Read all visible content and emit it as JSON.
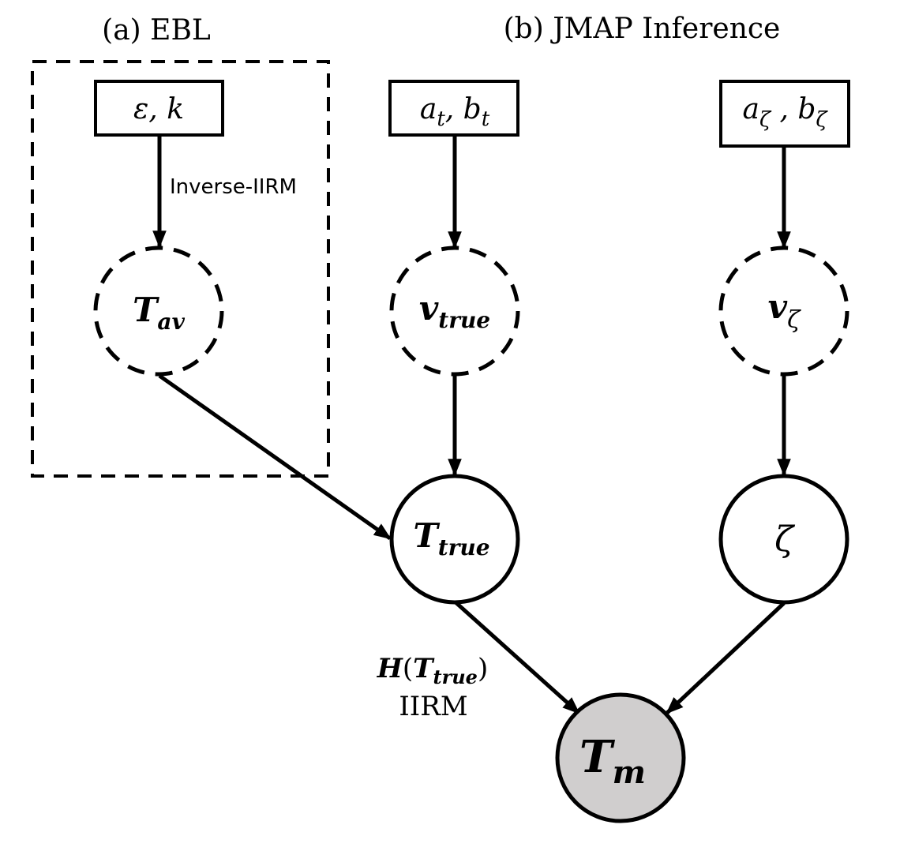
{
  "panels": {
    "a_title": "(a) EBL",
    "b_title": "(b) JMAP Inference"
  },
  "boxes": {
    "eps_k": {
      "main": "ε, k"
    },
    "at_bt": {
      "a": "a",
      "a_sub": "t",
      "sep": ", ",
      "b": "b",
      "b_sub": "t"
    },
    "az_bz": {
      "a": "a",
      "a_sub": "ζ",
      "sep": " , ",
      "b": "b",
      "b_sub": "ζ"
    }
  },
  "nodes": {
    "t_av": {
      "main": "T",
      "sub": "av",
      "style": "latent"
    },
    "v_true": {
      "main": "v",
      "sub": "true",
      "style": "latent"
    },
    "v_zeta": {
      "main": "v",
      "sub": "ζ",
      "style": "latent"
    },
    "t_true": {
      "main": "T",
      "sub": "true",
      "style": "hidden"
    },
    "zeta": {
      "main": "ζ",
      "style": "hidden"
    },
    "t_m": {
      "main": "T",
      "sub": "m",
      "style": "observed",
      "fill": "#d0cece"
    }
  },
  "edge_labels": {
    "inverse_iirm": "Inverse-IIRM",
    "h_open": "H",
    "h_paren_open": "(",
    "h_T": "T",
    "h_sub": "true",
    "h_paren_close": ")",
    "iirm": "IIRM"
  }
}
